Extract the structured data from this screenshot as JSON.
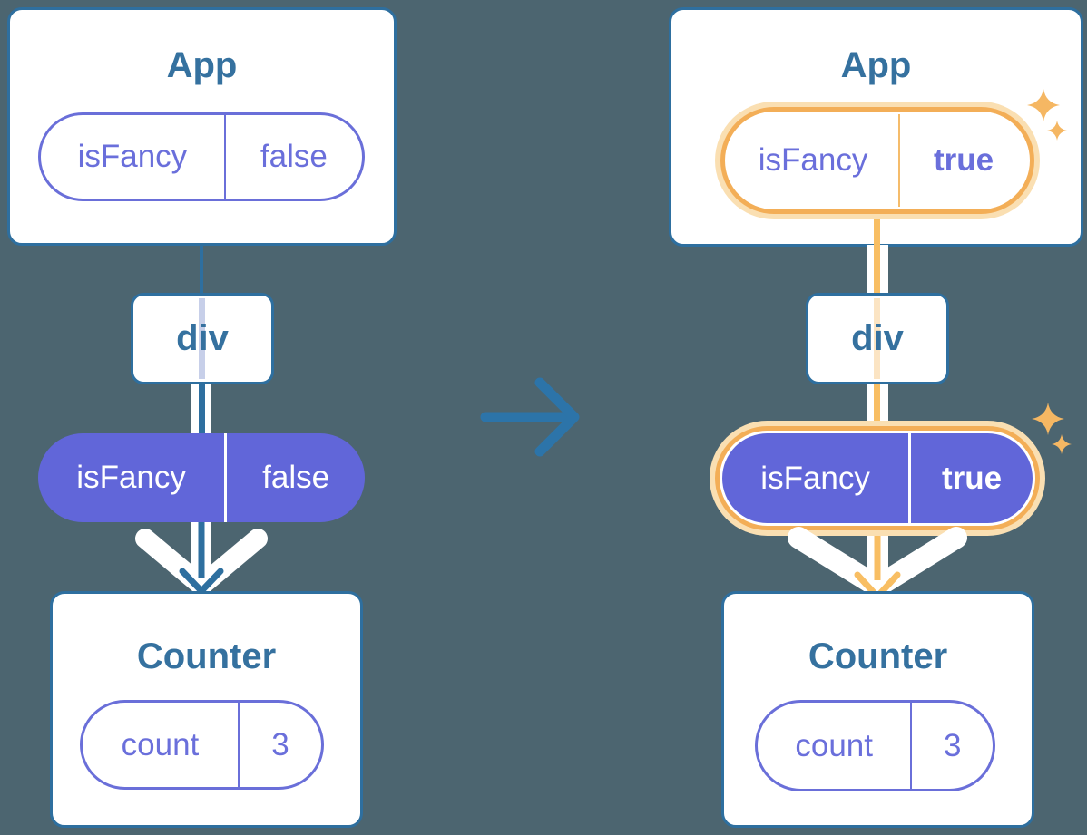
{
  "left": {
    "app_title": "App",
    "app_pill": {
      "key": "isFancy",
      "value": "false"
    },
    "div_title": "div",
    "state_pill": {
      "key": "isFancy",
      "value": "false"
    },
    "counter_title": "Counter",
    "counter_pill": {
      "key": "count",
      "value": "3"
    }
  },
  "right": {
    "app_title": "App",
    "app_pill": {
      "key": "isFancy",
      "value": "true"
    },
    "div_title": "div",
    "state_pill": {
      "key": "isFancy",
      "value": "true"
    },
    "counter_title": "Counter",
    "counter_pill": {
      "key": "count",
      "value": "3"
    }
  },
  "colors": {
    "background": "#4C6570",
    "card_border": "#2E6F9F",
    "title_text": "#35719F",
    "purple_fill": "#6166D9",
    "purple_border": "#6A6FD9",
    "purple_text": "#6A6FDB",
    "highlight_orange": "#F3AE57",
    "highlight_orange_light": "#FADFB2",
    "orange_line": "#F8BE63",
    "lavender_line": "#C7CFE9",
    "peach_line": "#FBE4C3",
    "arrow_blue": "#2C74A9",
    "sparkle": "#F5B763"
  }
}
